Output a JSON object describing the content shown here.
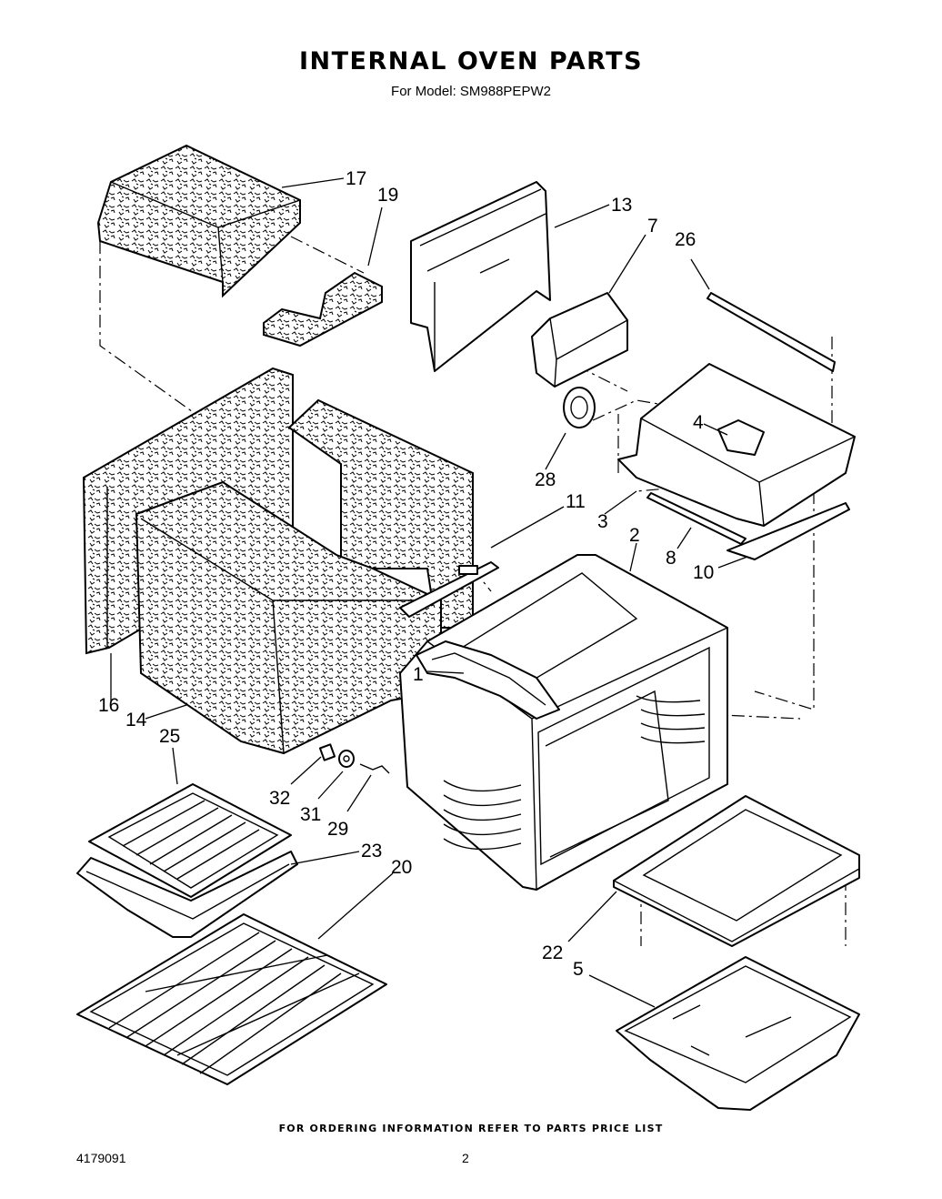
{
  "header": {
    "title": "INTERNAL OVEN PARTS",
    "subtitle": "For Model: SM988PEPW2"
  },
  "callouts": [
    {
      "id": "p1",
      "label": "1"
    },
    {
      "id": "p2",
      "label": "2"
    },
    {
      "id": "p3",
      "label": "3"
    },
    {
      "id": "p4",
      "label": "4"
    },
    {
      "id": "p5",
      "label": "5"
    },
    {
      "id": "p7",
      "label": "7"
    },
    {
      "id": "p8",
      "label": "8"
    },
    {
      "id": "p10",
      "label": "10"
    },
    {
      "id": "p11",
      "label": "11"
    },
    {
      "id": "p13",
      "label": "13"
    },
    {
      "id": "p14",
      "label": "14"
    },
    {
      "id": "p16",
      "label": "16"
    },
    {
      "id": "p17",
      "label": "17"
    },
    {
      "id": "p19",
      "label": "19"
    },
    {
      "id": "p20",
      "label": "20"
    },
    {
      "id": "p22",
      "label": "22"
    },
    {
      "id": "p23",
      "label": "23"
    },
    {
      "id": "p25",
      "label": "25"
    },
    {
      "id": "p26",
      "label": "26"
    },
    {
      "id": "p28",
      "label": "28"
    },
    {
      "id": "p29",
      "label": "29"
    },
    {
      "id": "p31",
      "label": "31"
    },
    {
      "id": "p32",
      "label": "32"
    }
  ],
  "footer": {
    "note": "FOR ORDERING INFORMATION REFER TO PARTS PRICE LIST",
    "doc_number": "4179091",
    "page_number": "2"
  }
}
